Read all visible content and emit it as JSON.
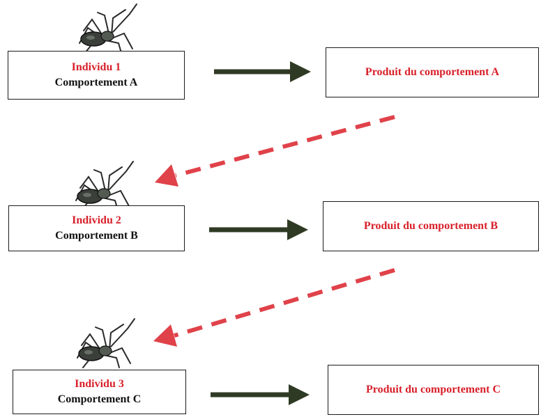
{
  "colors": {
    "text_red": "#d8202a",
    "text_black": "#111111",
    "solid_arrow": "#2f3a24",
    "dashed_arrow": "#e0424a"
  },
  "icons": {
    "individual": "spider-icon"
  },
  "rows": [
    {
      "individual": "Individu 1",
      "behavior": "Comportement A",
      "product": "Produit du comportement A"
    },
    {
      "individual": "Individu 2",
      "behavior": "Comportement B",
      "product": "Produit du comportement B"
    },
    {
      "individual": "Individu 3",
      "behavior": "Comportement C",
      "product": "Produit du comportement C"
    }
  ]
}
